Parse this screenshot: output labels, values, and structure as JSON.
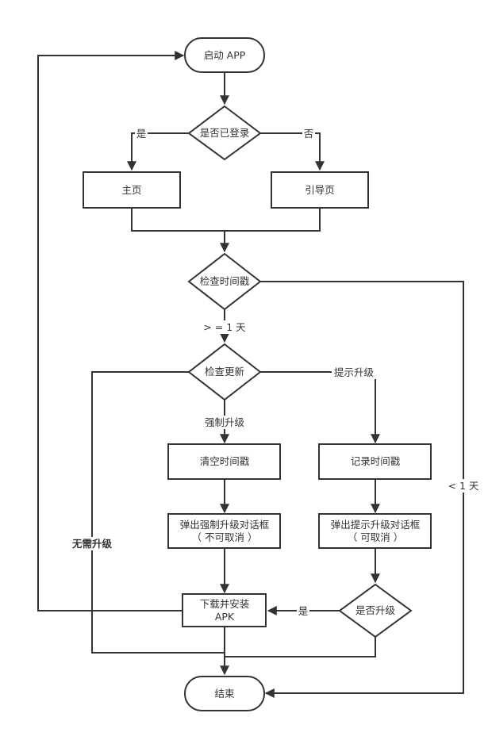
{
  "nodes": {
    "start": "启动 APP",
    "login_check": "是否已登录",
    "home": "主页",
    "guide": "引导页",
    "timestamp_check": "检查时间戳",
    "update_check": "检查更新",
    "clear_timestamp": "清空时间戳",
    "record_timestamp": "记录时间戳",
    "force_dialog_line1": "弹出强制升级对话框",
    "force_dialog_line2": "（ 不可取消 ）",
    "prompt_dialog_line1": "弹出提示升级对话框",
    "prompt_dialog_line2": "（ 可取消 ）",
    "download_line1": "下载并安装",
    "download_line2": "APK",
    "upgrade_question": "是否升级",
    "end": "结束"
  },
  "edges": {
    "login_yes": "是",
    "login_no": "否",
    "ts_ge_1day": "> = 1 天",
    "ts_lt_1day": "< 1 天",
    "force_upgrade": "强制升级",
    "prompt_upgrade": "提示升级",
    "no_upgrade": "无需升级",
    "upgrade_yes": "是"
  }
}
